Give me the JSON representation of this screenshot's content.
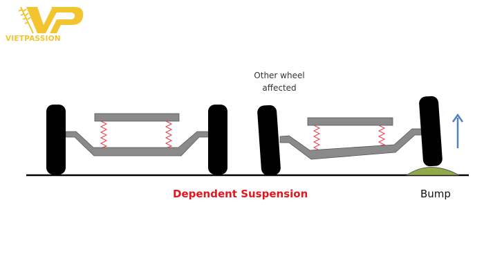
{
  "logo": {
    "brand_text": "VIETPASSION",
    "monogram": "VP",
    "color": "#f2c530"
  },
  "diagram": {
    "title": "Dependent Suspension",
    "title_color": "#e3161d",
    "annotation_other_wheel": "Other wheel affected",
    "annotation_bump": "Bump",
    "arrow_direction": "up",
    "colors": {
      "wheel": "#000000",
      "axle": "#8a8a8a",
      "frame": "#8a8a8a",
      "spring": "#e83a4a",
      "bump": "#8faa4a",
      "arrow": "#4f81bd",
      "ground": "#000000"
    },
    "panels": [
      {
        "name": "level",
        "state": "both wheels on flat ground"
      },
      {
        "name": "bump",
        "state": "right wheel lifted by bump, left wheel tilted"
      }
    ]
  }
}
